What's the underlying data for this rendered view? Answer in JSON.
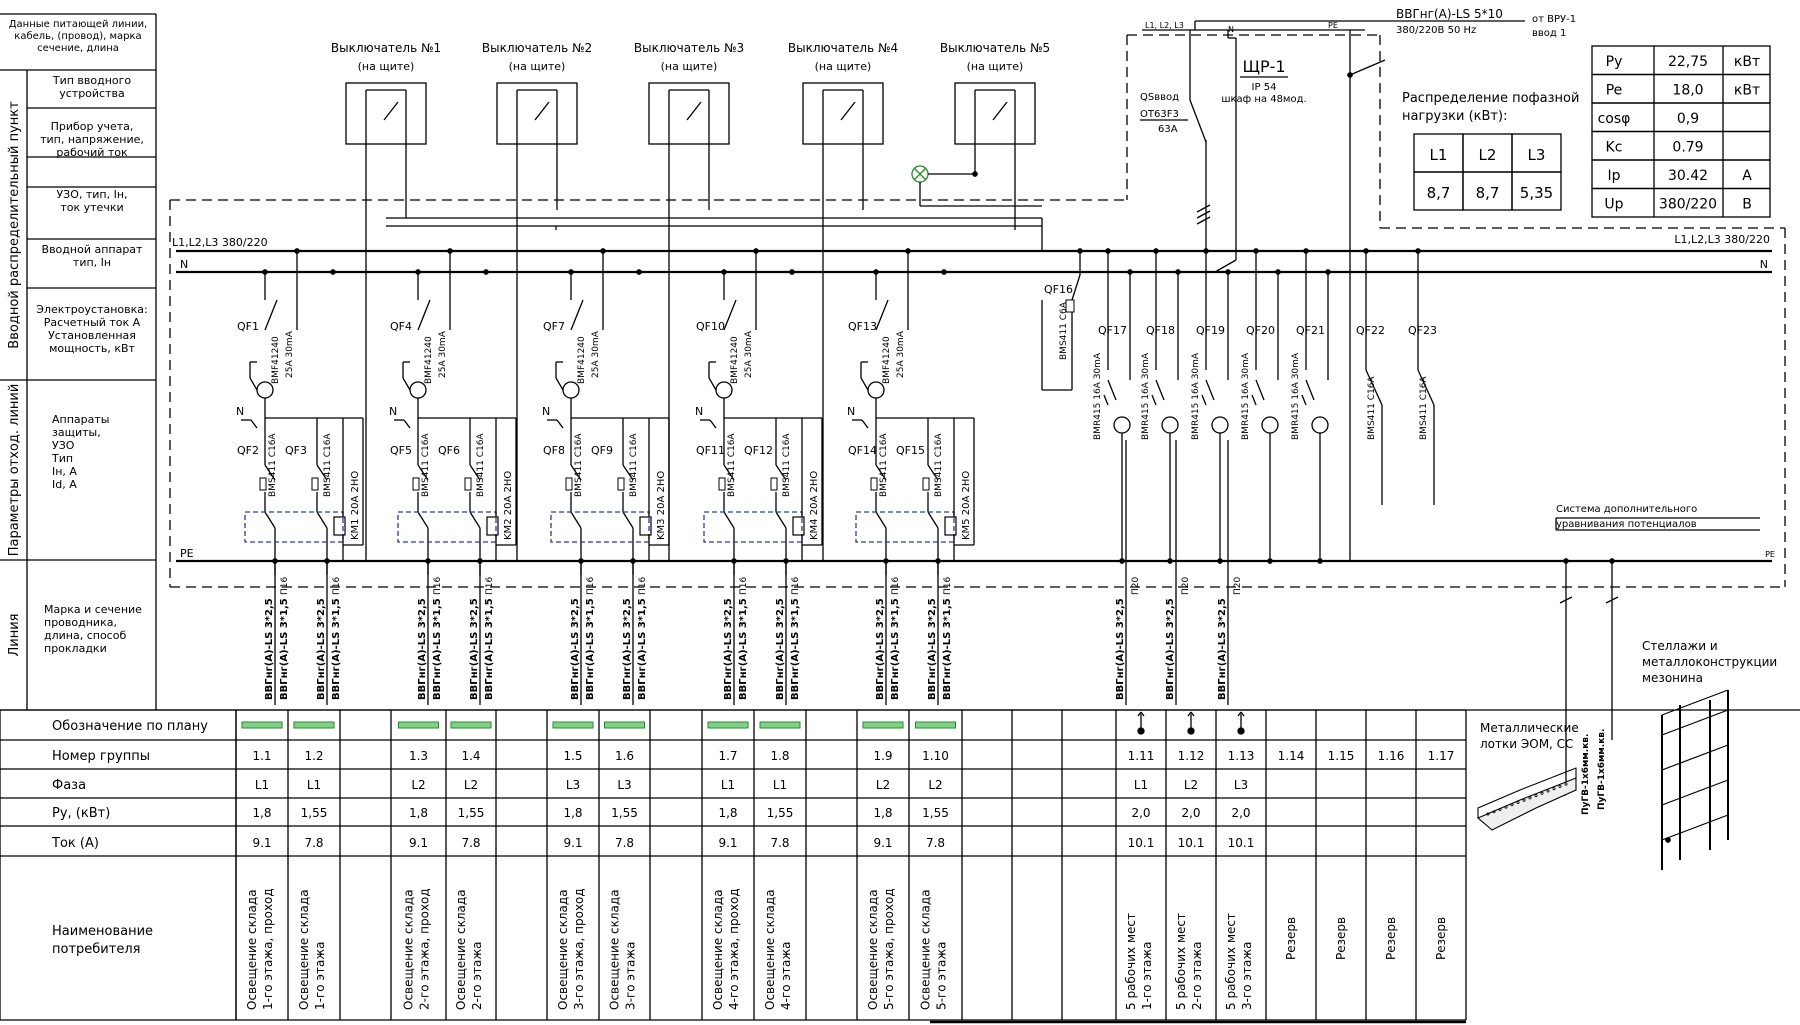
{
  "left_panel": {
    "feeder_header": "Данные питающей линии, кабель, (провод), марка сечение, длина",
    "section_vru": "Вводной распределительный пункт",
    "section_params": "Параметры отход. линий",
    "section_line": "Линия",
    "rows": {
      "input_type": "Тип вводного устройства",
      "meter": "Прибор учета, тип, напряжение, рабочий ток",
      "uzo": "УЗО, тип, Iн, ток утечки",
      "input_breaker": "Вводной аппарат тип, Iн",
      "installation": "Электроустановка: Расчетный ток А Установленная мощность, кВт",
      "protection": "Аппараты защиты, УЗО Тип Iн, А Id, А",
      "cable": "Марка и сечение проводника, длина, способ прокладки"
    }
  },
  "switches": [
    {
      "title": "Выключатель №1",
      "sub": "(на щите)"
    },
    {
      "title": "Выключатель №2",
      "sub": "(на щите)"
    },
    {
      "title": "Выключатель №3",
      "sub": "(на щите)"
    },
    {
      "title": "Выключатель №4",
      "sub": "(на щите)"
    },
    {
      "title": "Выключатель №5",
      "sub": "(на щите)"
    }
  ],
  "bus": {
    "l_left": "L1,L2,L3 380/220",
    "l_right": "L1,L2,L3 380/220",
    "n_left": "N",
    "n_right": "N",
    "pe_left": "PE",
    "pe_right": "PE"
  },
  "board": {
    "name": "ЩР-1",
    "ip": "IP 54",
    "cabinet": "шкаф на 48мод.",
    "main_switch_name": "QSввод",
    "main_switch_type": "OT63F3",
    "main_switch_rating": "63A",
    "top_phase_label": "L1, L2, L3",
    "top_n_label": "N",
    "top_pe_label": "PE"
  },
  "feeder": {
    "cable": "ВВГнг(А)-LS 5*10",
    "voltage": "380/220В 50 Hz",
    "from": "от ВРУ-1",
    "input": "ввод 1"
  },
  "params": [
    {
      "name": "Py",
      "value": "22,75",
      "unit": "кВт"
    },
    {
      "name": "Pe",
      "value": "18,0",
      "unit": "кВт"
    },
    {
      "name": "cosφ",
      "value": "0,9",
      "unit": ""
    },
    {
      "name": "Kc",
      "value": "0.79",
      "unit": ""
    },
    {
      "name": "Ip",
      "value": "30.42",
      "unit": "A"
    },
    {
      "name": "Up",
      "value": "380/220",
      "unit": "B"
    }
  ],
  "phase_load": {
    "title": "Распределение пофазной нагрузки (кВт):",
    "headers": [
      "L1",
      "L2",
      "L3"
    ],
    "values": [
      "8,7",
      "8,7",
      "5,35"
    ]
  },
  "light_groups": [
    {
      "rcbo": "QF1",
      "rcbo_type": "BMF41240",
      "rcbo_rating": "25A 30mA",
      "qf_a": "QF2",
      "qf_b": "QF3",
      "qf_a_type": "BMS411 C16A",
      "qf_b_type": "BMS411 C16A",
      "km": "KM1 20A 2НО"
    },
    {
      "rcbo": "QF4",
      "rcbo_type": "BMF41240",
      "rcbo_rating": "25A 30mA",
      "qf_a": "QF5",
      "qf_b": "QF6",
      "qf_a_type": "BMS411 C16A",
      "qf_b_type": "BMS411 C16A",
      "km": "KM2 20A 2НО"
    },
    {
      "rcbo": "QF7",
      "rcbo_type": "BMF41240",
      "rcbo_rating": "25A 30mA",
      "qf_a": "QF8",
      "qf_b": "QF9",
      "qf_a_type": "BMS411 C16A",
      "qf_b_type": "BMS411 C16A",
      "km": "KM3 20A 2НО"
    },
    {
      "rcbo": "QF10",
      "rcbo_type": "BMF41240",
      "rcbo_rating": "25A 30mA",
      "qf_a": "QF11",
      "qf_b": "QF12",
      "qf_a_type": "BMS411 C16A",
      "qf_b_type": "BMS411 C16A",
      "km": "KM4 20A 2НО"
    },
    {
      "rcbo": "QF13",
      "rcbo_type": "BMF41240",
      "rcbo_rating": "25A 30mA",
      "qf_a": "QF14",
      "qf_b": "QF15",
      "qf_a_type": "BMS411 C16A",
      "qf_b_type": "BMS411 C16A",
      "km": "KM5 20A 2НО"
    }
  ],
  "qf16": {
    "name": "QF16",
    "type": "BMS411 C6A"
  },
  "right_breakers": [
    {
      "name": "QF17",
      "type": "BMR415 16A 30mA"
    },
    {
      "name": "QF18",
      "type": "BMR415 16A 30mA"
    },
    {
      "name": "QF19",
      "type": "BMR415 16A 30mA"
    },
    {
      "name": "QF20",
      "type": "BMR415 16A 30mA"
    },
    {
      "name": "QF21",
      "type": "BMR415 16A 30mA"
    },
    {
      "name": "QF22",
      "type": "BMS411 C16A"
    },
    {
      "name": "QF23",
      "type": "BMS411 C16A"
    }
  ],
  "cables": {
    "c1": "ВВГнг(А)-LS 3*2,5",
    "c2": "ВВГнг(А)-LS 3*1,5",
    "p16": "П16",
    "p20": "П20"
  },
  "equipotential": {
    "line1": "Система дополнительного",
    "line2": "уравнивания потенциалов"
  },
  "trays_label": {
    "line1": "Металлические",
    "line2": "лотки ЭОМ, СС"
  },
  "racks_label": {
    "line1": "Стеллажи и",
    "line2": "металлоконструкции",
    "line3": "мезонина"
  },
  "pugv": "ПуГВ-1х6мм.кв.",
  "table": {
    "row_labels": [
      "Обозначение по плану",
      "Номер группы",
      "Фаза",
      "Ру, (кВт)",
      "Ток (А)"
    ],
    "consumer_label": [
      "Наименование",
      "потребителя"
    ],
    "groups": [
      "1.1",
      "1.2",
      "1.3",
      "1.4",
      "1.5",
      "1.6",
      "1.7",
      "1.8",
      "1.9",
      "1.10",
      "1.11",
      "1.12",
      "1.13",
      "1.14",
      "1.15",
      "1.16",
      "1.17"
    ],
    "phases": [
      "L1",
      "L1",
      "L2",
      "L2",
      "L3",
      "L3",
      "L1",
      "L1",
      "L2",
      "L2",
      "L1",
      "L2",
      "L3",
      "",
      "",
      "",
      ""
    ],
    "power": [
      "1,8",
      "1,55",
      "1,8",
      "1,55",
      "1,8",
      "1,55",
      "1,8",
      "1,55",
      "1,8",
      "1,55",
      "2,0",
      "2,0",
      "2,0",
      "",
      "",
      "",
      ""
    ],
    "current": [
      "9.1",
      "7.8",
      "9.1",
      "7.8",
      "9.1",
      "7.8",
      "9.1",
      "7.8",
      "9.1",
      "7.8",
      "10.1",
      "10.1",
      "10.1",
      "",
      "",
      "",
      ""
    ],
    "consumers": [
      [
        "Освещение склада",
        "1-го этажа, проход"
      ],
      [
        "Освещение склада",
        "1-го этажа"
      ],
      [
        "Освещение склада",
        "2-го этажа, проход"
      ],
      [
        "Освещение склада",
        "2-го этажа"
      ],
      [
        "Освещение склада",
        "3-го этажа, проход"
      ],
      [
        "Освещение склада",
        "3-го этажа"
      ],
      [
        "Освещение склада",
        "4-го этажа, проход"
      ],
      [
        "Освещение склада",
        "4-го этажа"
      ],
      [
        "Освещение склада",
        "5-го этажа, проход"
      ],
      [
        "Освещение склада",
        "5-го этажа"
      ],
      [
        "5 рабочих мест",
        "1-го этажа"
      ],
      [
        "5 рабочих мест",
        "2-го этажа"
      ],
      [
        "5 рабочих мест",
        "3-го этажа"
      ],
      [
        "Резерв"
      ],
      [
        "Резерв"
      ],
      [
        "Резерв"
      ],
      [
        "Резерв"
      ]
    ]
  }
}
